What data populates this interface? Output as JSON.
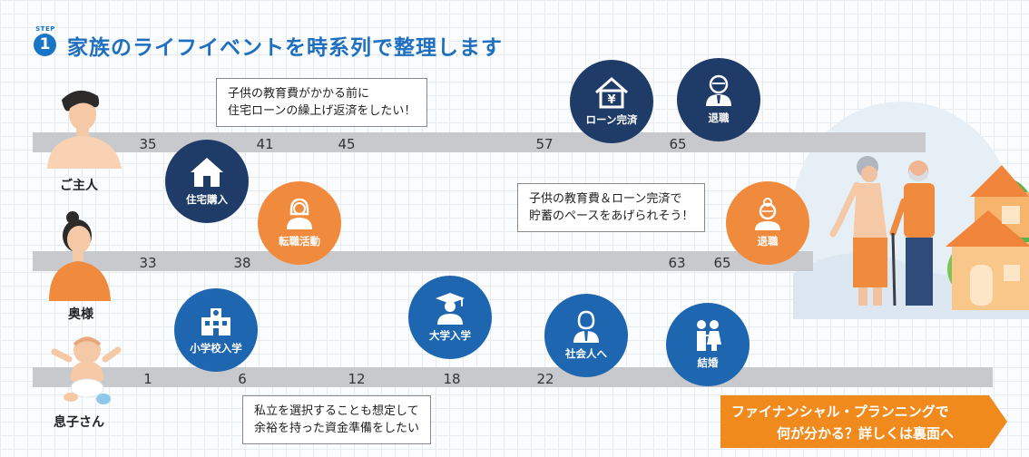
{
  "header": {
    "step_label": "STEP",
    "step_number": "1",
    "title": "家族のライフイベントを時系列で整理します"
  },
  "people": [
    {
      "name": "ご主人",
      "ages": [
        "35",
        "41",
        "45",
        "57",
        "65"
      ]
    },
    {
      "name": "奥様",
      "ages": [
        "33",
        "38",
        "63",
        "65"
      ]
    },
    {
      "name": "息子さん",
      "ages": [
        "1",
        "6",
        "12",
        "18",
        "22"
      ]
    }
  ],
  "events": {
    "house": "住宅購入",
    "loan": "ローン完済",
    "retire_husband": "退職",
    "job": "転職活動",
    "retire_wife": "退職",
    "school": "小学校入学",
    "university": "大学入学",
    "work": "社会人へ",
    "marriage": "結婚"
  },
  "notes": {
    "top": [
      "子供の教育費がかかる前に",
      "住宅ローンの繰上げ返済をしたい！"
    ],
    "middle": [
      "子供の教育費＆ローン完済で",
      "貯蓄のペースをあげられそう！"
    ],
    "bottom": [
      "私立を選択することも想定して",
      "余裕を持った資金準備をしたい"
    ]
  },
  "cta": {
    "line1": "ファイナンシャル・プランニングで",
    "line2": "何が分かる？詳しくは裏面へ"
  },
  "colors": {
    "navy": "#1f3c68",
    "blue": "#1f66b0",
    "orange": "#f08a3c",
    "bar": "#c8c9cc"
  },
  "icons": {
    "house": "house-icon",
    "yen_house": "yen-house-icon",
    "elder_man": "elderly-man-icon",
    "person": "person-icon",
    "elder_woman": "elderly-woman-icon",
    "school": "school-building-icon",
    "graduate": "graduate-icon",
    "business": "business-person-icon",
    "couple": "couple-icon"
  }
}
